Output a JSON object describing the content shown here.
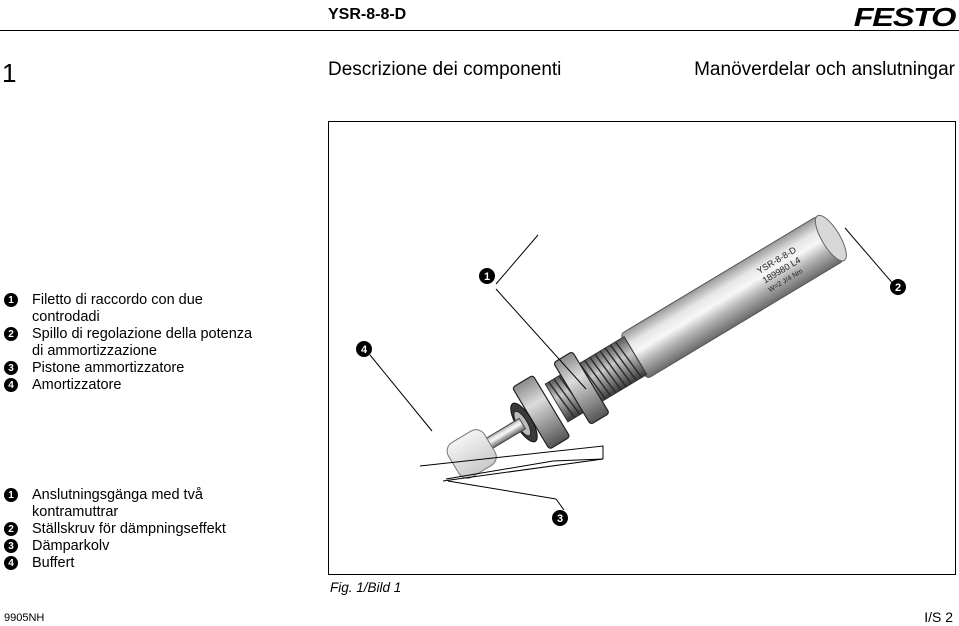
{
  "header": {
    "model": "YSR-8-8-D",
    "brand": "FESTO"
  },
  "section": {
    "number": "1",
    "title_it": "Descrizione dei componenti",
    "title_sv": "Manöverdelar och anslutningar"
  },
  "legend_it": [
    {
      "num": "1",
      "lines": [
        "Filetto di raccordo con due",
        "controdadi"
      ]
    },
    {
      "num": "2",
      "lines": [
        "Spillo di regolazione della potenza",
        "di ammortizzazione"
      ]
    },
    {
      "num": "3",
      "lines": [
        "Pistone ammortizzatore"
      ]
    },
    {
      "num": "4",
      "lines": [
        "Amortizzatore"
      ]
    }
  ],
  "legend_sv": [
    {
      "num": "1",
      "lines": [
        "Anslutningsgänga med två",
        "kontramuttrar"
      ]
    },
    {
      "num": "2",
      "lines": [
        "Ställskruv för dämpningseffekt"
      ]
    },
    {
      "num": "3",
      "lines": [
        "Dämparkolv"
      ]
    },
    {
      "num": "4",
      "lines": [
        "Buffert"
      ]
    }
  ],
  "figure": {
    "callouts": [
      "1",
      "2",
      "3",
      "4"
    ],
    "product_marking": [
      "YSR-8-8-D",
      "189980 L4",
      "W=2 J/4 Nm"
    ],
    "caption": "Fig. 1/Bild 1"
  },
  "footer": {
    "code": "9905NH",
    "page": "I/S 2"
  }
}
